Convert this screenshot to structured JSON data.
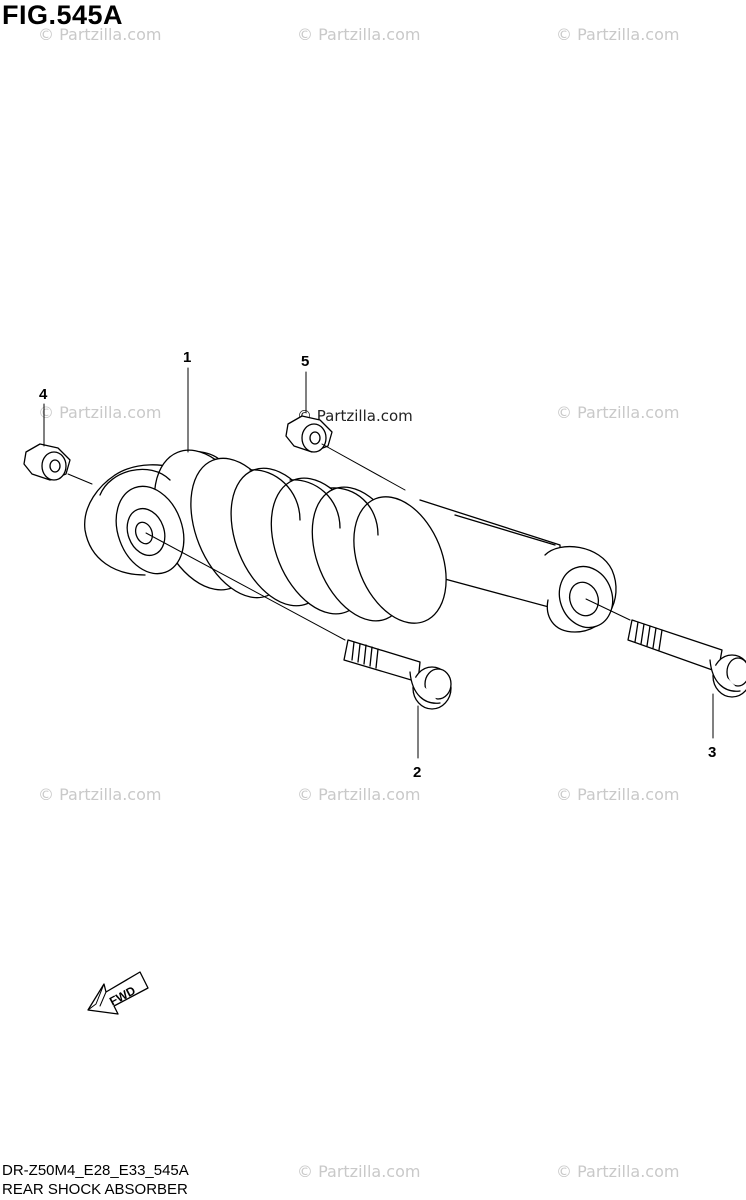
{
  "figure": {
    "title": "FIG.545A",
    "model_code": "DR-Z50M4_E28_E33_545A",
    "name": "REAR SHOCK ABSORBER"
  },
  "watermark_text": "© Partzilla.com",
  "callouts": [
    "1",
    "2",
    "3",
    "4",
    "5"
  ],
  "fwd_label": "FWD",
  "colors": {
    "line": "#000000",
    "watermark": "#c9c9c9",
    "background": "#ffffff"
  }
}
